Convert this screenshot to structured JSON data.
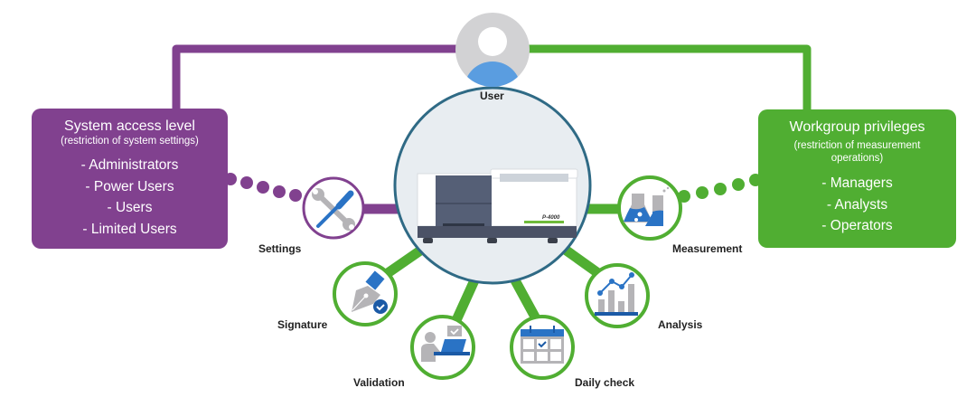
{
  "colors": {
    "purple": "#81418f",
    "green": "#50ae32",
    "blue": "#2a73c5",
    "gray": "#b5b4b7",
    "instrument_ring": "#2f6a85",
    "instrument_fill": "#e8edf1"
  },
  "user": {
    "label": "User",
    "icon": "user-avatar-icon"
  },
  "system_access": {
    "title": "System access level",
    "subtitle": "(restriction of system settings)",
    "items": [
      "- Administrators",
      "- Power Users",
      "- Users",
      "- Limited Users"
    ]
  },
  "workgroup": {
    "title": "Workgroup privileges",
    "subtitle_line1": "(restriction of measurement",
    "subtitle_line2": "operations)",
    "items": [
      "- Managers",
      "- Analysts",
      "- Operators"
    ]
  },
  "instrument": {
    "icon": "spectrometer-instrument-image",
    "model_text": "P-4000"
  },
  "nodes": [
    {
      "id": "settings",
      "label": "Settings",
      "icon": "wrench-screwdriver-icon",
      "ring": "purple"
    },
    {
      "id": "measurement",
      "label": "Measurement",
      "icon": "flasks-icon",
      "ring": "green"
    },
    {
      "id": "signature",
      "label": "Signature",
      "icon": "fountain-pen-check-icon",
      "ring": "green"
    },
    {
      "id": "validation",
      "label": "Validation",
      "icon": "person-laptop-check-icon",
      "ring": "green"
    },
    {
      "id": "daily_check",
      "label": "Daily check",
      "icon": "calendar-check-icon",
      "ring": "green"
    },
    {
      "id": "analysis",
      "label": "Analysis",
      "icon": "bar-line-chart-icon",
      "ring": "green"
    }
  ]
}
